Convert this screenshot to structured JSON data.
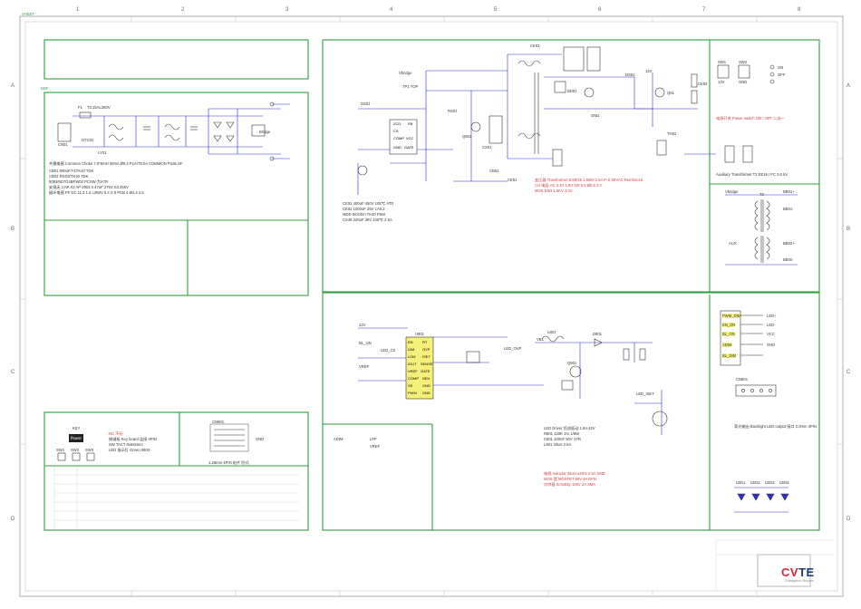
{
  "frame": {
    "col_numbers": [
      "1",
      "2",
      "3",
      "4",
      "5",
      "6",
      "7",
      "8"
    ],
    "row_letters": [
      "A",
      "B",
      "C",
      "D"
    ],
    "sheet_tag": "SHEET",
    "section_tag": "NDF"
  },
  "colors": {
    "block_border": "#2e9e3e",
    "wire": "#2b2bd9",
    "note_red": "#d23a3a",
    "component": "#333333",
    "logo_red": "#d9262c",
    "logo_blue": "#1c3a7a"
  },
  "blocks": {
    "input_filter": {
      "fuse_label": "F1",
      "fuse_rating": "T3.15AL250V",
      "connector": "CN01",
      "ntc": "NTC01",
      "varistor": "LY01",
      "bridge": "Bridge",
      "notes": [
        "共模电感 Common Choke 7.0*8mH 30mA Ø0.4 P1A/T5.0A COMMON PI18LOF",
        "CB01 800uF/Y1TK40 TDK",
        "CB02 RSD4/TK40 TDK",
        "5093/6D7G4BPW02 PCSW 为X7R",
        "安规无 CAP X2 AP 2903 0.47uF 275V S3 250V",
        "磁环电感 PF DC 11.2 1.5 L250V 0.4 S 8 PCB 4 Ø4.4 2.5"
      ]
    },
    "pfc_main": {
      "controller_pins": [
        "ZCD",
        "FB",
        "CS",
        "VCC",
        "COMP",
        "GND",
        "GATE"
      ],
      "labels": [
        "Vbridge",
        "TP1 TOP",
        "CE01",
        "CS01",
        "RS01",
        "DS01",
        "Q601",
        "CB51",
        "CE51"
      ],
      "notes": [
        "CE01 400uF 450V 105℃ ATR",
        "CE02 1000uF 25V 1A0.2",
        "MDD 5mOhm TK40 PSM",
        "CS46 220uF 35V 105℃ 2.5A"
      ]
    },
    "flyback_secondary": {
      "labels": [
        "12V",
        "GND",
        "BD01",
        "DS51",
        "CE52",
        "Q51",
        "TH51"
      ],
      "notes_red": [
        "变压器 Transformer EI28/15 1.5MH 2.5A P-S 3KVAC Reinforced",
        "CH 电容 AC 2.4V 1.9V 3W 0.5 Ø0.5 2.0",
        "MOS ESD 1.5KV 3.4V"
      ]
    },
    "aux_supply": {
      "labels": [
        "Vbridge",
        "BB01+",
        "BB01-",
        "AUX",
        "BB02+",
        "BB02-",
        "T2"
      ],
      "note": "Auxiliary Transformer T2 EE16 / FC 3.0 kV"
    },
    "connectors_top_right": {
      "labels": [
        "12V",
        "GND",
        "SW1",
        "SW2",
        "ON",
        "OFF"
      ],
      "note_red": "电源开关 Power switch ON / OFF 二选一"
    },
    "standby_section": {
      "connector_labels": [
        "PWM_DIM",
        "EN_ON",
        "ADIM",
        "BL_ON",
        "BL_DIM"
      ],
      "connector_ref": "CN801",
      "led_refs": [
        "LED1",
        "LED2",
        "LED3",
        "LED4"
      ],
      "labels_mid": [
        "LED+",
        "LED-",
        "VCC",
        "GND"
      ],
      "note": "背光输出 Backlight LED output 接口 2.0mm 4PIN"
    },
    "led_driver": {
      "ic_pins_left": [
        "EN",
        "DIM",
        "LDM",
        "IOUT",
        "VREF",
        "COMP",
        "SS",
        "PWM"
      ],
      "ic_pins_right": [
        "RT",
        "OVP",
        "ISET",
        "SENSE",
        "GATE",
        "SEN",
        "GND",
        "GND"
      ],
      "ic_ref": "U801",
      "labels": [
        "12V",
        "BL_ON",
        "LED_CS",
        "LED_OVP",
        "VREF",
        "L801",
        "Q801",
        "D801",
        "VBL",
        "LED_ISET"
      ],
      "notes": [
        "LED Driver 恒流驱动 1.8A 42V",
        "R801 120K 1% 1/8W",
        "C801 100nF 50V X7R",
        "L801 33uH 2.5A"
      ],
      "notes_red": [
        "电感 Inductor 33uH ±20% 2.5A SMD",
        "MOS 管 MOSFET 60V 8A DFN",
        "肖特基 Schottky 100V 2A SMA"
      ]
    },
    "key_board": {
      "title": "KEY",
      "button_text": "Power",
      "key_refs": [
        "SW1",
        "SW2",
        "SW3"
      ],
      "notes": [
        "按键板 Key board 连接 4PIN",
        "SW TACT 6x6x5mm",
        "LED 指示灯 Green 0603"
      ],
      "notes_red": [
        "NC 不贴"
      ]
    },
    "small_connector": {
      "ref": "CN901",
      "labels": [
        "GND",
        "ADIM",
        "LPF",
        "VREF"
      ],
      "note": "1.25mm 4PIN 贴片 卧式"
    }
  },
  "title_block": {
    "brand_a": "CV",
    "brand_b": "TE",
    "sub": "Guangzhou Shiyuan"
  }
}
